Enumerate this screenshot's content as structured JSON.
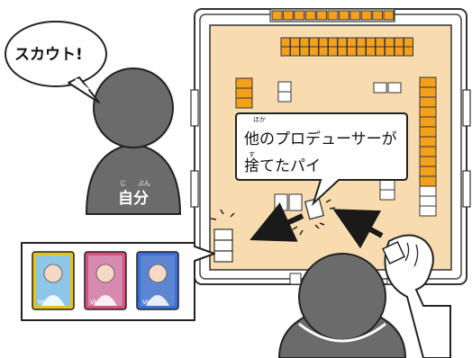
{
  "speech": {
    "text": "スカウト!"
  },
  "self_label": {
    "text": "自分",
    "ruby_ji": "じ",
    "ruby_bun": "ぶん"
  },
  "callout": {
    "line1": "他のプロデューサーが",
    "line2": "捨てたパイ",
    "ruby_hoka": "ほか",
    "ruby_su": "す"
  },
  "cards": [
    {
      "name": "card-1",
      "frame_color": "#e8c21a",
      "bg_color": "#8ec6e8",
      "tag": "Vo"
    },
    {
      "name": "card-2",
      "frame_color": "#d8507e",
      "bg_color": "#d78ab0",
      "tag": "Vi"
    },
    {
      "name": "card-3",
      "frame_color": "#3b6fd6",
      "bg_color": "#5d86d2",
      "tag": "Vo"
    }
  ],
  "colors": {
    "table_felt": "#f8dcb0",
    "tile_orange": "#f3a01c",
    "person_gray": "#6b6b6b",
    "arrow": "#1a1a1a"
  }
}
